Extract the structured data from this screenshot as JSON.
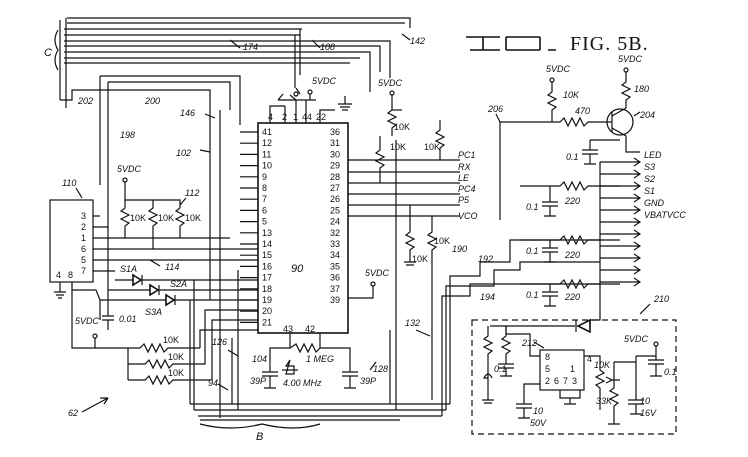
{
  "figure": {
    "title": "FIG. 5B.",
    "ref_62": "62",
    "bus_c": "C",
    "bus_b": "B"
  },
  "refs": {
    "r110": "110",
    "r112": "112",
    "r114": "114",
    "r102": "102",
    "r146": "146",
    "r198": "198",
    "r200": "200",
    "r202": "202",
    "r174": "174",
    "r108": "108",
    "r142": "142",
    "r90": "90",
    "r104": "104",
    "r126": "126",
    "r94": "94",
    "r128": "128",
    "r132": "132",
    "r190": "190",
    "r192": "192",
    "r194": "194",
    "r206": "206",
    "r180": "180",
    "r204": "204",
    "r210": "210",
    "r212": "212"
  },
  "chip90": {
    "left_pins": [
      "41",
      "12",
      "11",
      "10",
      "9",
      "8",
      "7",
      "6",
      "5",
      "13",
      "14",
      "15",
      "16",
      "17",
      "18",
      "19",
      "20",
      "21"
    ],
    "right_pins": [
      "36",
      "31",
      "30",
      "29",
      "28",
      "27",
      "26",
      "25",
      "24",
      "32",
      "33",
      "34",
      "35",
      "36",
      "37",
      "39"
    ],
    "top_pins": [
      "4",
      "2",
      "1",
      "44",
      "22"
    ],
    "bottom_pins": [
      "43",
      "42"
    ]
  },
  "chip110": {
    "pins_right": [
      "3",
      "2",
      "1",
      "6",
      "5",
      "7"
    ],
    "pins_bottom": [
      "4",
      "8"
    ]
  },
  "chip212": {
    "pins_top": [
      "8"
    ],
    "pins_mid": [
      "5",
      "1"
    ],
    "pins_bottom": [
      "2",
      "6",
      "7",
      "3"
    ],
    "pin_right": "4"
  },
  "signals": [
    "PC1",
    "RX",
    "LE",
    "PC4",
    "P5",
    "VCO"
  ],
  "outputs": [
    "LED",
    "S3",
    "S2",
    "S1",
    "GND",
    "VBATVCC"
  ],
  "components": {
    "v5": "5VDC",
    "r10k": "10K",
    "r470": "470",
    "r220": "220",
    "r1meg": "1 MEG",
    "r33k": "33K",
    "c01": "0.1",
    "c001": "0.01",
    "c39p": "39P",
    "xtal": "4.00 MHz",
    "c10_50": "10",
    "v50": "50V",
    "c10_16": "10",
    "v16": "16V",
    "s1a": "S1A",
    "s2a": "S2A",
    "s3a": "S3A"
  }
}
